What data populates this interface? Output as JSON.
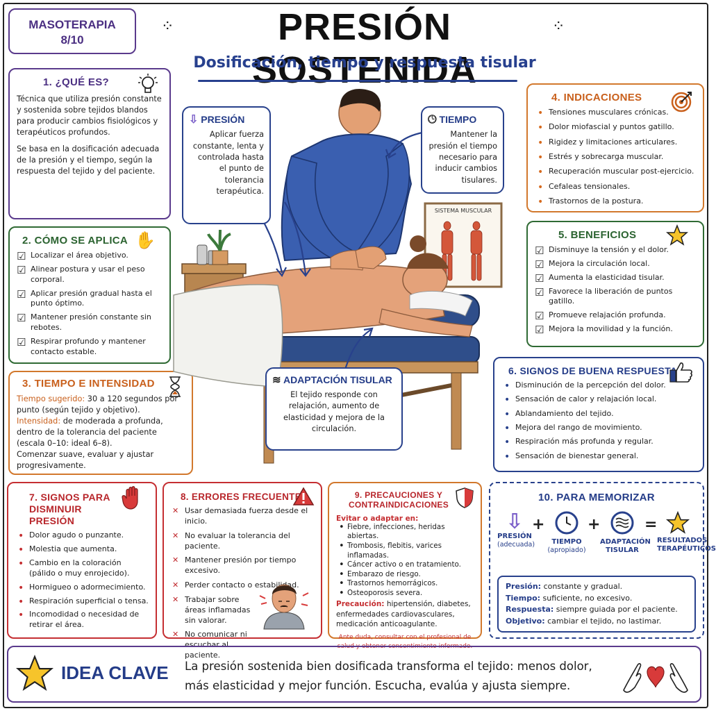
{
  "badge": {
    "line1": "MASOTERAPIA",
    "line2": "8/10"
  },
  "title": "PRESIÓN SOSTENIDA",
  "subtitle": "Dosificación, tiempo y respuesta tisular",
  "s1": {
    "title": "1. ¿QUÉ ES?",
    "icon": "lightbulb-icon",
    "p1": "Técnica que utiliza presión constante y sostenida sobre tejidos blandos para producir cambios fisiológicos y terapéuticos profundos.",
    "p2": "Se basa en la dosificación adecuada de la presión y el tiempo, según la respuesta del tejido y del paciente."
  },
  "s2": {
    "title": "2. CÓMO SE APLICA",
    "icon": "hand-icon",
    "items": [
      "Localizar el área objetivo.",
      "Alinear postura y usar el peso corporal.",
      "Aplicar presión gradual hasta el punto óptimo.",
      "Mantener presión constante sin rebotes.",
      "Respirar profundo y mantener contacto estable."
    ]
  },
  "s3": {
    "title": "3. TIEMPO E INTENSIDAD",
    "icon": "hourglass-icon",
    "time_label": "Tiempo sugerido:",
    "time_text": "30 a 120 segundos por punto (según tejido y objetivo).",
    "int_label": "Intensidad:",
    "int_text": "de moderada a profunda, dentro de la tolerancia del paciente (escala 0–10: ideal 6–8).",
    "note": "Comenzar suave, evaluar y ajustar progresivamente."
  },
  "s4": {
    "title": "4. INDICACIONES",
    "icon": "target-icon",
    "items": [
      "Tensiones musculares crónicas.",
      "Dolor miofascial y puntos gatillo.",
      "Rigidez y limitaciones articulares.",
      "Estrés y sobrecarga muscular.",
      "Recuperación muscular post-ejercicio.",
      "Cefaleas tensionales.",
      "Trastornos de la postura."
    ]
  },
  "s5": {
    "title": "5. BENEFICIOS",
    "icon": "star-icon",
    "items": [
      "Disminuye la tensión y el dolor.",
      "Mejora la circulación local.",
      "Aumenta la elasticidad tisular.",
      "Favorece la liberación de puntos gatillo.",
      "Promueve relajación profunda.",
      "Mejora la movilidad y la función."
    ]
  },
  "s6": {
    "title": "6. SIGNOS DE BUENA RESPUESTA",
    "icon": "thumbs-up-icon",
    "items": [
      "Disminución de la percepción del dolor.",
      "Sensación de calor y relajación local.",
      "Ablandamiento del tejido.",
      "Mejora del rango de movimiento.",
      "Respiración más profunda y regular.",
      "Sensación de bienestar general."
    ]
  },
  "s7": {
    "title": "7. SIGNOS PARA DISMINUIR PRESIÓN",
    "icon": "stop-hand-icon",
    "items": [
      "Dolor agudo o punzante.",
      "Molestia que aumenta.",
      "Cambio en la coloración (pálido o muy enrojecido).",
      "Hormigueo o adormecimiento.",
      "Respiración superficial o tensa.",
      "Incomodidad o necesidad de retirar el área."
    ]
  },
  "s8": {
    "title": "8. ERRORES FRECUENTES",
    "icon": "warning-icon",
    "items": [
      "Usar demasiada fuerza desde el inicio.",
      "No evaluar la tolerancia del paciente.",
      "Mantener presión por tiempo excesivo.",
      "Perder contacto o estabilidad.",
      "Trabajar sobre áreas inflamadas sin valorar.",
      "No comunicar ni escuchar al paciente."
    ]
  },
  "s9": {
    "title": "9. PRECAUCIONES Y CONTRAINDICACIONES",
    "icon": "shield-icon",
    "avoid_label": "Evitar o adaptar en:",
    "items": [
      "Fiebre, infecciones, heridas abiertas.",
      "Trombosis, flebitis, varices inflamadas.",
      "Cáncer activo o en tratamiento.",
      "Embarazo de riesgo.",
      "Trastornos hemorrágicos.",
      "Osteoporosis severa."
    ],
    "caution_label": "Precaución:",
    "caution_text": "hipertensión, diabetes, enfermedades cardiovasculares, medicación anticoagulante.",
    "footer": "Ante duda, consultar con el profesional de salud y obtener consentimiento informado."
  },
  "s10": {
    "title": "10. PARA MEMORIZAR",
    "eq": [
      {
        "icon": "down-arrow-icon",
        "label": "PRESIÓN",
        "sub": "(adecuada)"
      },
      {
        "icon": "clock-icon",
        "label": "TIEMPO",
        "sub": "(apropiado)"
      },
      {
        "icon": "waves-icon",
        "label": "ADAPTACIÓN TISULAR",
        "sub": ""
      },
      {
        "icon": "star-icon",
        "label": "RESULTADOS TERAPÉUTICOS",
        "sub": ""
      }
    ],
    "plus": "+",
    "equals": "=",
    "defs": [
      {
        "k": "Presión:",
        "v": "constante y gradual."
      },
      {
        "k": "Tiempo:",
        "v": "suficiente, no excesivo."
      },
      {
        "k": "Respuesta:",
        "v": "siempre guiada por el paciente."
      },
      {
        "k": "Objetivo:",
        "v": "cambiar el tejido, no lastimar."
      }
    ]
  },
  "callouts": {
    "presion": {
      "title": "PRESIÓN",
      "text": "Aplicar fuerza constante, lenta y controlada hasta el punto de tolerancia terapéutica."
    },
    "tiempo": {
      "title": "TIEMPO",
      "text": "Mantener la presión el tiempo necesario para inducir cambios tisulares."
    },
    "adaptacion": {
      "title": "ADAPTACIÓN TISULAR",
      "text": "El tejido responde con relajación, aumento de elasticidad y mejora de la circulación."
    },
    "poster": "SISTEMA MUSCULAR"
  },
  "idea": {
    "title": "IDEA CLAVE",
    "line1": "La presión sostenida bien dosificada transforma el tejido: menos dolor,",
    "line2": "más elasticidad y mejor función. Escucha, evalúa y ajusta siempre."
  },
  "colors": {
    "purple": "#5a3a8c",
    "green": "#2f6a34",
    "orange": "#d2782c",
    "red": "#c52f32",
    "navy": "#28418c"
  }
}
